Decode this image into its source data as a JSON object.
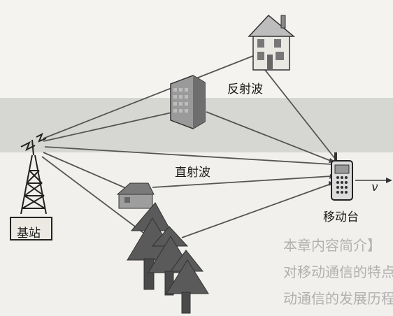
{
  "labels": {
    "reflected_wave": "反射波",
    "direct_wave": "直射波",
    "mobile_station": "移动台",
    "velocity": "v",
    "base_station": "基站"
  },
  "background_text": [
    "本章内容简介】",
    "对移动通信的特点",
    "动通信的发展历程"
  ],
  "icons": [
    "house-icon",
    "office-building-icon",
    "small-house-icon",
    "tree-icon",
    "antenna-tower-icon",
    "mobile-phone-icon",
    "signal-spark-icon"
  ],
  "colors": {
    "background": "#f1f0ec",
    "band": "#d6d6d3",
    "lines": "#555555",
    "building": "#8a8a8a",
    "trees": "#595959"
  }
}
